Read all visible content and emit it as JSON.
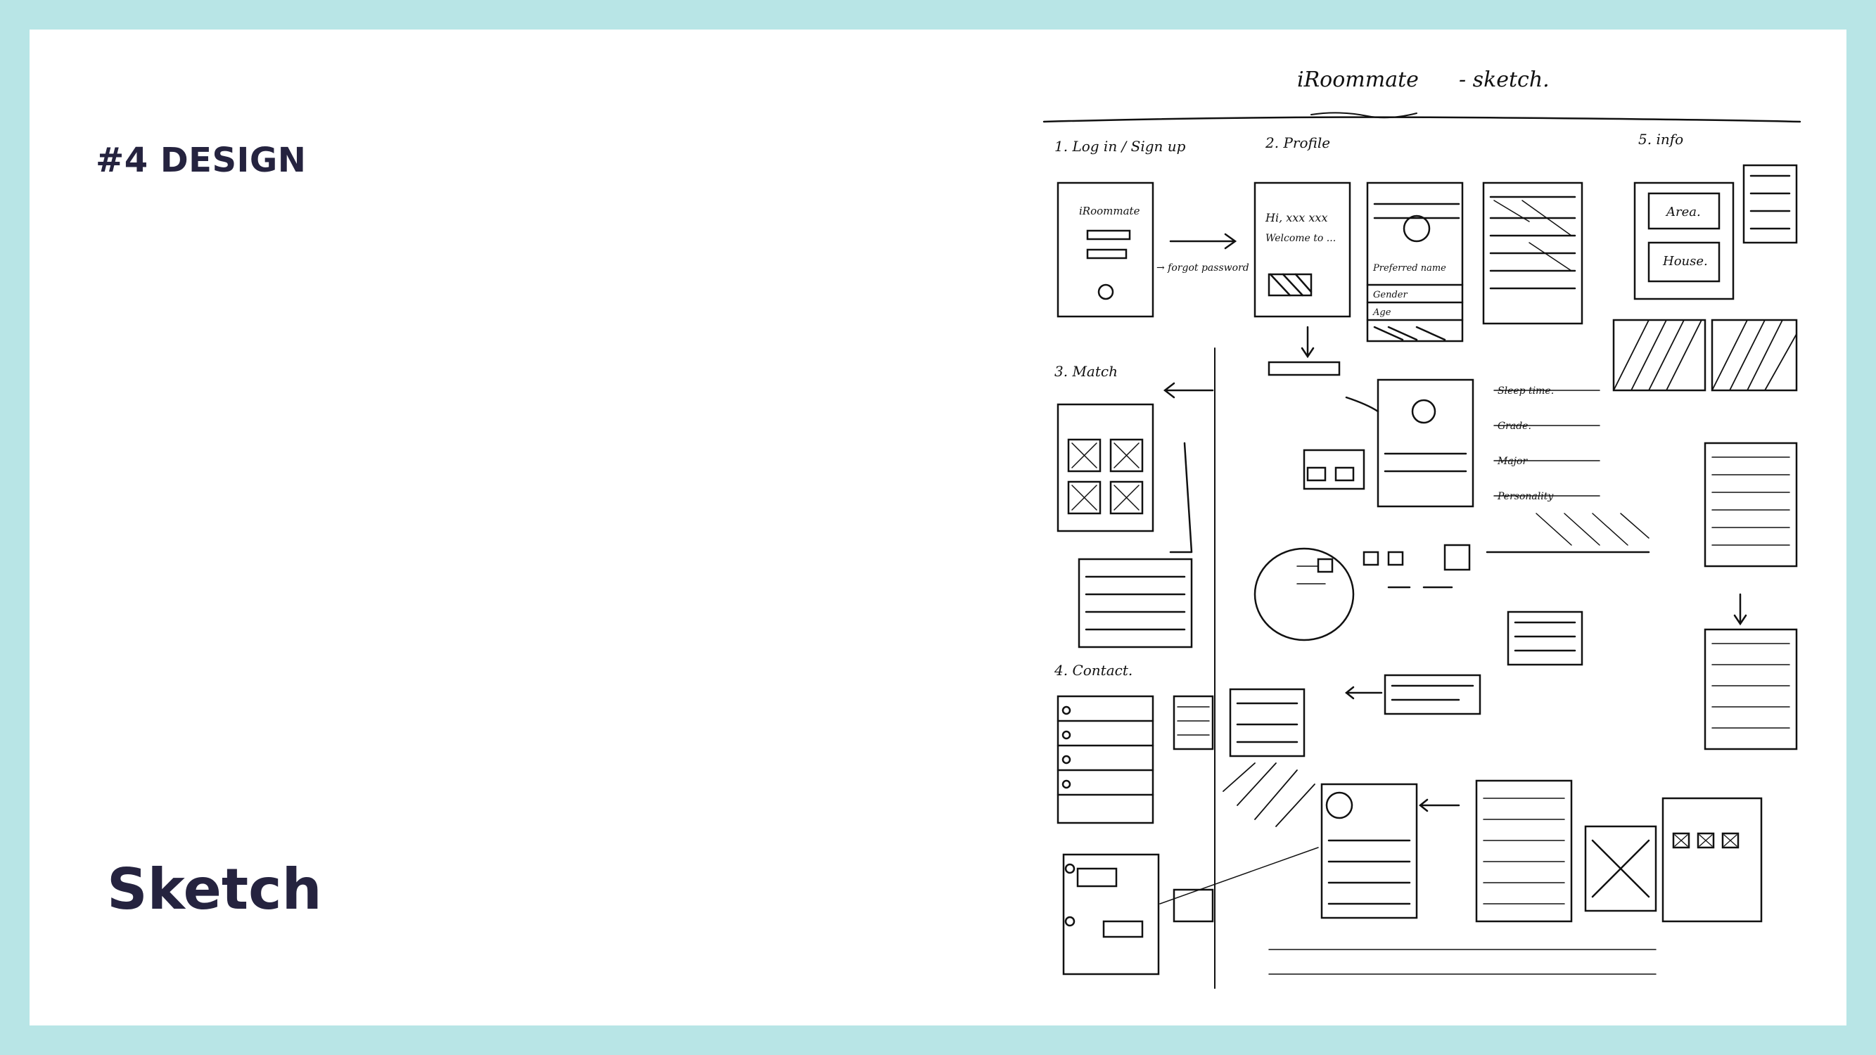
{
  "slide": {
    "section_title": "#4 DESIGN",
    "heading": "Sketch",
    "background_color": "#b8e5e6",
    "text_color": "#25233f"
  },
  "sketch": {
    "title": "iRoommate",
    "subtitle": "- sketch.",
    "labels": {
      "login": "1. Log in / Sign up",
      "profile": "2. Profile",
      "info": "5. info",
      "match": "3. Match",
      "contact": "4. Contact."
    },
    "notes": {
      "app_name": "iRoommate",
      "greeting": "Hi, xxx xxx",
      "welcome": "Welcome to ...",
      "forgot": "→ forgot password",
      "area": "Area.",
      "house": "House.",
      "preferred_name": "Preferred name",
      "gender": "Gender",
      "age": "Age",
      "sleep_time": "Sleep time.",
      "grade": "Grade.",
      "major": "Major",
      "personality": "Personality"
    }
  }
}
